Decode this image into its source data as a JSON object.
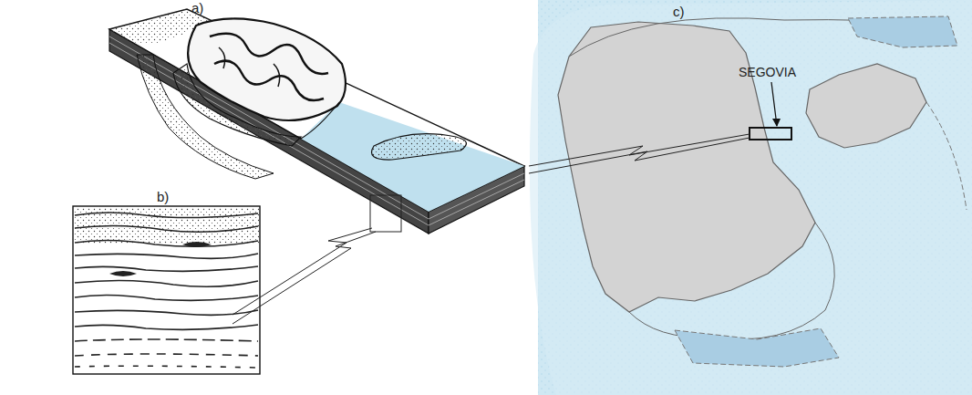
{
  "diagram": {
    "labels": [
      "a)",
      "b)",
      "c)",
      "SEGOVIA"
    ]
  }
}
